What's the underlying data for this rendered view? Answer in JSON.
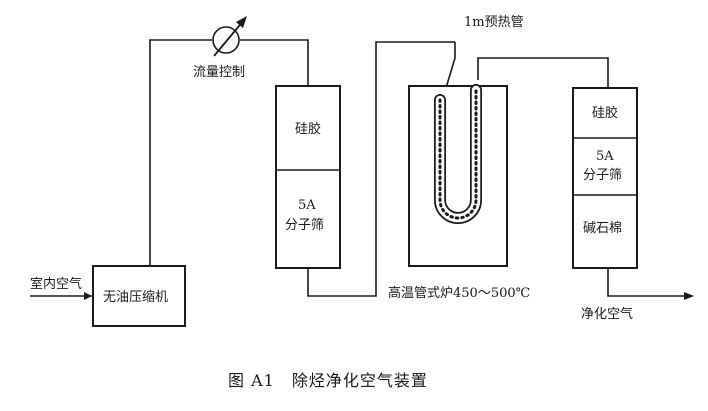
{
  "labels": {
    "flow_control": "流量控制",
    "preheat_tube": "1m预热管",
    "indoor_air": "室内空气",
    "compressor": "无油压缩机",
    "furnace": "高温管式炉450～500℃",
    "purified_air": "净化空气"
  },
  "column1": {
    "silica_gel": "硅胶",
    "sieve_5a": "5A",
    "sieve_name": "分子筛"
  },
  "column2": {
    "silica_gel": "硅胶",
    "sieve_5a": "5A",
    "sieve_name": "分子筛",
    "asbestos": "碱石棉"
  },
  "caption": "图 A1　除烃净化空气装置"
}
